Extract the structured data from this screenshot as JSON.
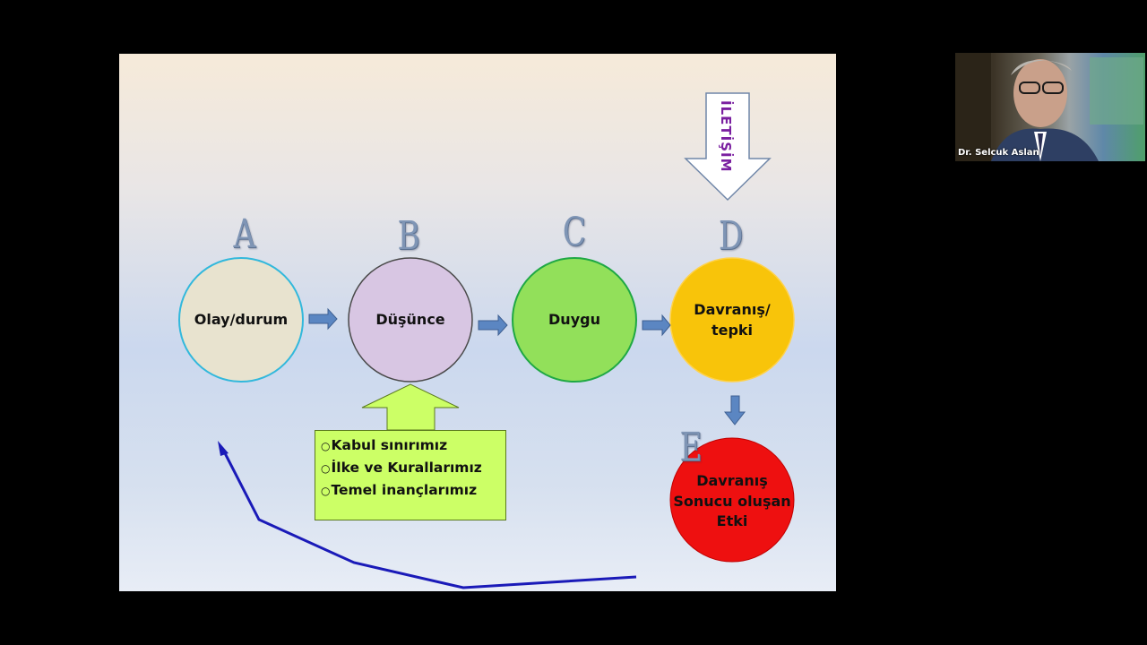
{
  "letters": {
    "a": "A",
    "b": "B",
    "c": "C",
    "d": "D",
    "e": "E"
  },
  "nodes": {
    "a": "Olay/durum",
    "b": "Düşünce",
    "c": "Duygu",
    "d_line1": "Davranış/",
    "d_line2": "tepki",
    "e_line1": "Davranış",
    "e_line2": "Sonucu oluşan",
    "e_line3": "Etki"
  },
  "list": {
    "bullet": "○",
    "items": [
      "Kabul sınırımız",
      "İlke ve Kurallarımız",
      "Temel inançlarımız"
    ]
  },
  "communication": "İLETİŞİM",
  "camera": {
    "name": "Dr. Selcuk Aslan"
  },
  "colors": {
    "node_a": "#e8e3cf",
    "node_b": "#d8c6e3",
    "node_c": "#92e05a",
    "node_d": "#f8c40a",
    "node_e": "#ee1010",
    "list_box": "#ccff66",
    "arrow": "#5b86c2",
    "feedback_line": "#1a1ab8",
    "communication_text": "#7a1fa0"
  }
}
